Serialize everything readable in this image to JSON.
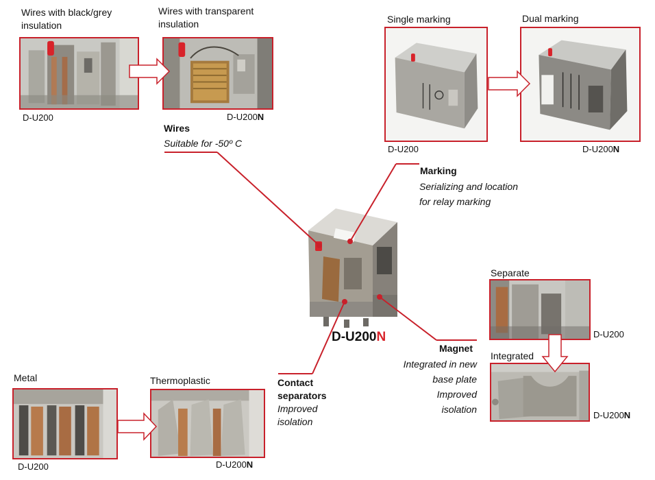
{
  "wires_section": {
    "before_caption": "Wires with black/grey insulation",
    "after_caption": "Wires with transparent insulation",
    "before_model": "D-U200",
    "after_model_base": "D-U200",
    "after_model_suffix": "N",
    "feature_title": "Wires",
    "feature_desc": "Suitable for -50º C"
  },
  "marking_section": {
    "before_caption": "Single marking",
    "after_caption": "Dual marking",
    "before_model": "D-U200",
    "after_model_base": "D-U200",
    "after_model_suffix": "N",
    "feature_title": "Marking",
    "feature_desc_line1": "Serializing and location",
    "feature_desc_line2": "for relay marking"
  },
  "center_product": {
    "name_base": "D-U200",
    "name_suffix": "N"
  },
  "magnet_section": {
    "before_caption": "Separate",
    "after_caption": "Integrated",
    "before_model": "D-U200",
    "after_model_base": "D-U200",
    "after_model_suffix": "N",
    "feature_title": "Magnet",
    "feature_desc_line1": "Integrated in new",
    "feature_desc_line2": "base plate",
    "feature_desc_line3": "Improved",
    "feature_desc_line4": "isolation"
  },
  "contact_section": {
    "before_caption": "Metal",
    "after_caption": "Thermoplastic",
    "before_model": "D-U200",
    "after_model_base": "D-U200",
    "after_model_suffix": "N",
    "feature_title_line1": "Contact",
    "feature_title_line2": "separators",
    "feature_desc_line1": "Improved",
    "feature_desc_line2": "isolation"
  },
  "colors": {
    "accent_red": "#c8202a",
    "suffix_red": "#d8232a",
    "arrow_fill": "#ffffff",
    "arrow_stroke": "#c8202a"
  }
}
